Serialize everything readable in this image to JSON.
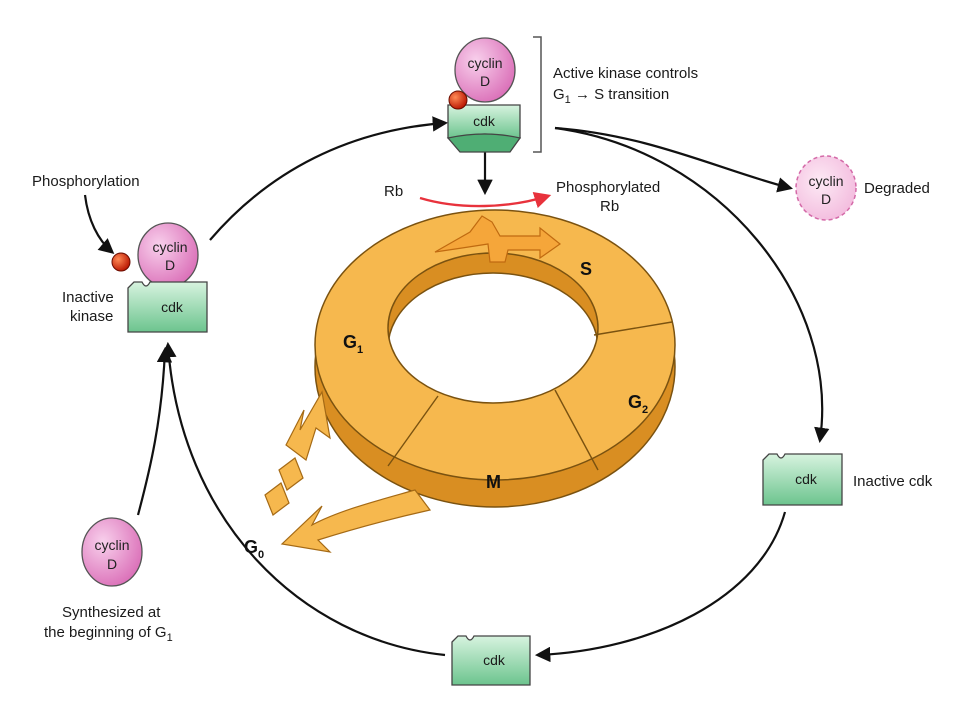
{
  "molecules": {
    "cyclin_line1": "cyclin",
    "cyclin_line2": "D",
    "cdk": "cdk"
  },
  "labels": {
    "phosphorylation": "Phosphorylation",
    "inactive_kinase_1": "Inactive",
    "inactive_kinase_2": "kinase",
    "active_kinase_1": "Active kinase controls",
    "active_kinase_2a": "G",
    "active_kinase_2_sub": "1",
    "active_kinase_2b": " → S transition",
    "rb": "Rb",
    "phospho_rb_1": "Phosphorylated",
    "phospho_rb_2": "Rb",
    "degraded": "Degraded",
    "inactive_cdk": "Inactive cdk",
    "synth_1": "Synthesized at",
    "synth_2a": "the beginning of G",
    "synth_2_sub": "1"
  },
  "phases": {
    "g1": "G",
    "g1_sub": "1",
    "s": "S",
    "g2": "G",
    "g2_sub": "2",
    "m": "M",
    "g0": "G",
    "g0_sub": "0"
  },
  "colors": {
    "cyclin_fill": "#e48fc8",
    "cdk_fill": "#9fdcb2",
    "phosphate": "#cc2200",
    "ring": "#f6b84e",
    "rb_arrow": "#e8323c"
  }
}
